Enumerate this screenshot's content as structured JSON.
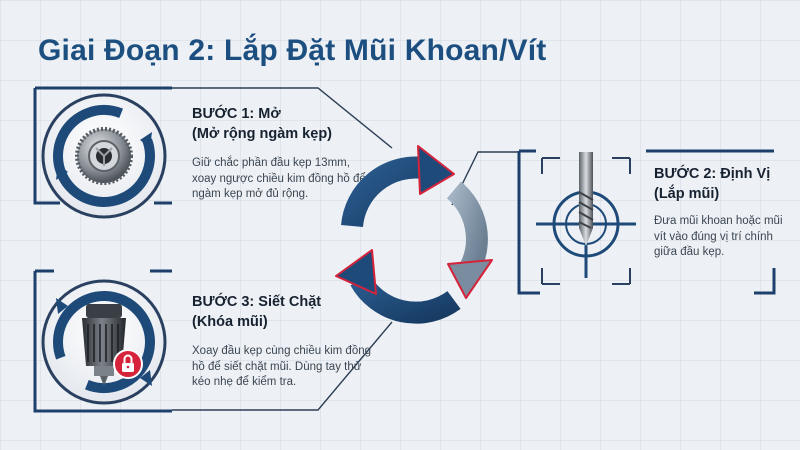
{
  "title": "Giai Đoạn 2: Lắp Đặt Mũi Khoan/Vít",
  "steps": [
    {
      "title_line1": "BƯỚC 1: Mở",
      "title_line2": "(Mở rộng ngàm kẹp)",
      "description": "Giữ chắc phần đầu kẹp 13mm, xoay ngược chiều kim đồng hồ để ngàm kẹp mở đủ rộng.",
      "icon": "chuck-open-icon"
    },
    {
      "title_line1": "BƯỚC 2: Định Vị",
      "title_line2": "(Lắp mũi)",
      "description": "Đưa mũi khoan hoặc mũi vít vào đúng vị trí chính giữa đầu kẹp.",
      "icon": "drill-bit-target-icon"
    },
    {
      "title_line1": "BƯỚC 3: Siết Chặt",
      "title_line2": "(Khóa mũi)",
      "description": "Xoay đầu kẹp cùng chiều kim đồng hồ để siết chặt mũi. Dùng tay thử kéo nhẹ để kiểm tra.",
      "icon": "chuck-lock-icon"
    }
  ],
  "colors": {
    "title": "#1c4f80",
    "frame": "#1c3f6c",
    "ring_dark": "#1e4a7a",
    "ring_light": "#8497aa",
    "accent_red": "#d4233a"
  }
}
